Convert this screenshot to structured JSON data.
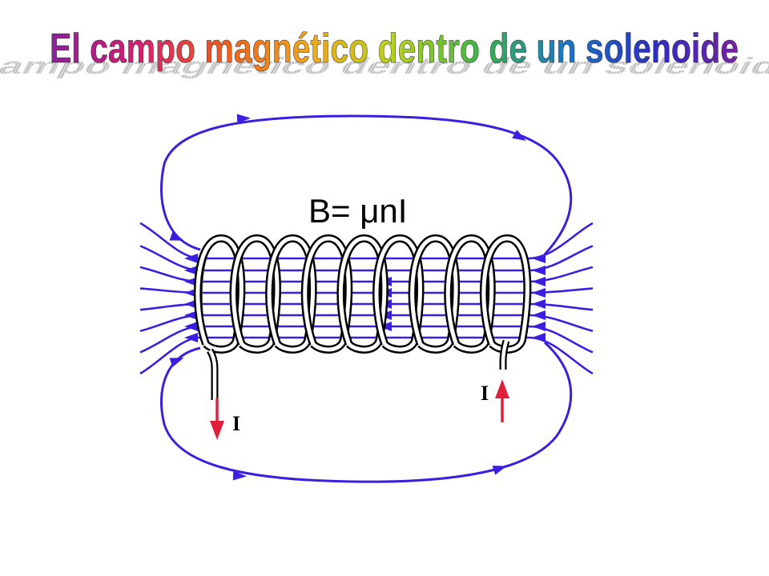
{
  "title": {
    "text": "El campo magnético dentro de un solenoide",
    "shadow_color": "#b0b0b0",
    "gradient_colors": [
      "#8a1f9e",
      "#d81b73",
      "#f05a1e",
      "#f2a616",
      "#b5d31c",
      "#3cb446",
      "#1976c9",
      "#2a2fc1",
      "#7a1ea8"
    ]
  },
  "diagram": {
    "formula": "B= μnI",
    "current_left_label": "I",
    "current_right_label": "I",
    "colors": {
      "field_lines": "#3b1fe0",
      "coil": "#000000",
      "coil_fill": "#ffffff",
      "current_arrow": "#e0203a"
    },
    "turns": 9
  }
}
